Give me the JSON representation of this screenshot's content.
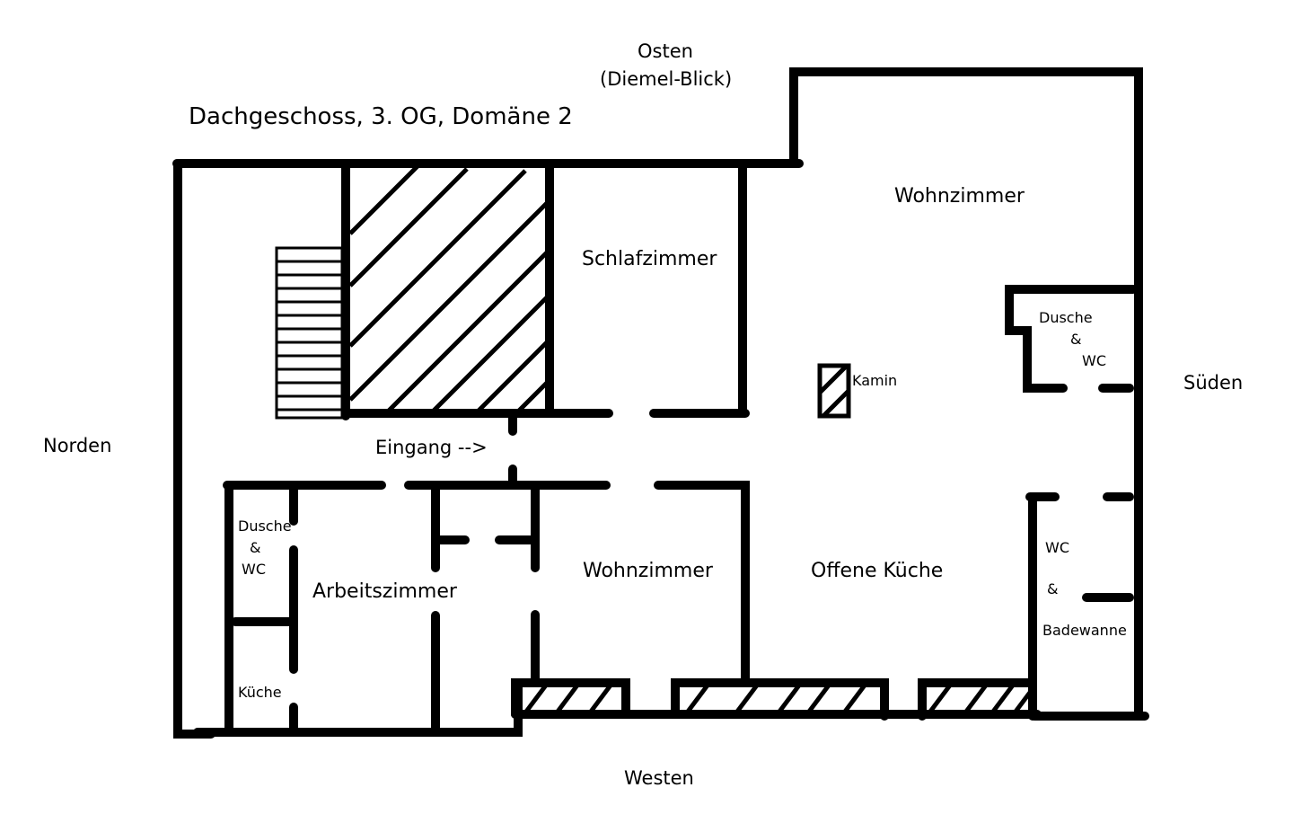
{
  "title": "Dachgeschoss, 3. OG, Domäne 2",
  "compass": {
    "east": "Osten",
    "east_note": "(Diemel-Blick)",
    "west": "Westen",
    "north": "Norden",
    "south": "Süden"
  },
  "rooms": {
    "wohnzimmer_top": "Wohnzimmer",
    "schlafzimmer": "Schlafzimmer",
    "dusche_wc_right_1": "Dusche",
    "dusche_wc_right_2": "&",
    "dusche_wc_right_3": "WC",
    "kamin": "Kamin",
    "eingang": "Eingang -->",
    "dusche_wc_left_1": "Dusche",
    "dusche_wc_left_2": "&",
    "dusche_wc_left_3": "WC",
    "arbeitszimmer": "Arbeitszimmer",
    "wohnzimmer_bottom": "Wohnzimmer",
    "offene_kueche": "Offene Küche",
    "wc_bad_1": "WC",
    "wc_bad_2": "&",
    "wc_bad_3": "Badewanne",
    "kueche": "Küche"
  }
}
